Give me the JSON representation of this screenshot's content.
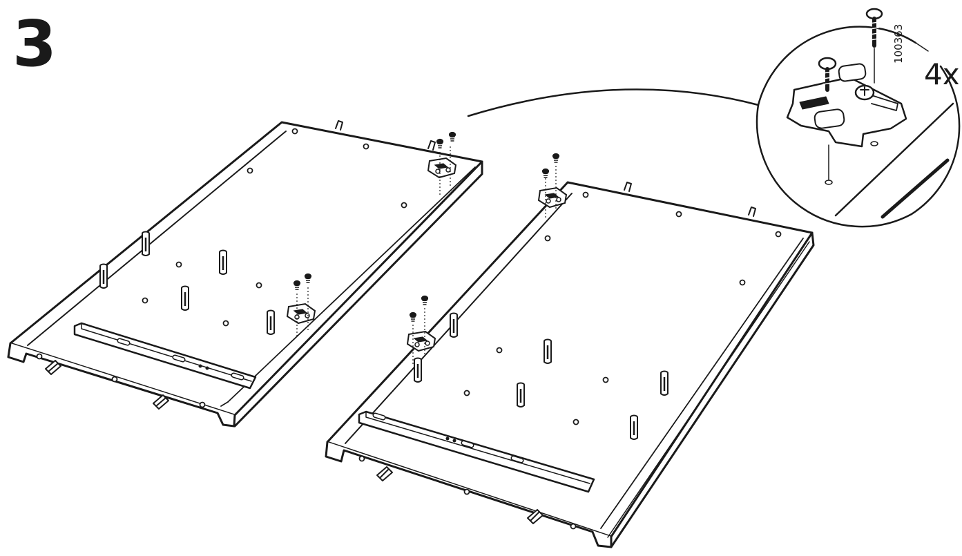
{
  "instruction": {
    "step_number": "3",
    "detail": {
      "part_number": "100363",
      "quantity": "4x"
    }
  },
  "colors": {
    "ink": "#1a1a1a",
    "paper": "#ffffff"
  },
  "icons": [
    "dowel-icon",
    "screw-icon",
    "hinge-plate-icon",
    "drawer-rail-icon",
    "magnifier-callout-icon"
  ]
}
